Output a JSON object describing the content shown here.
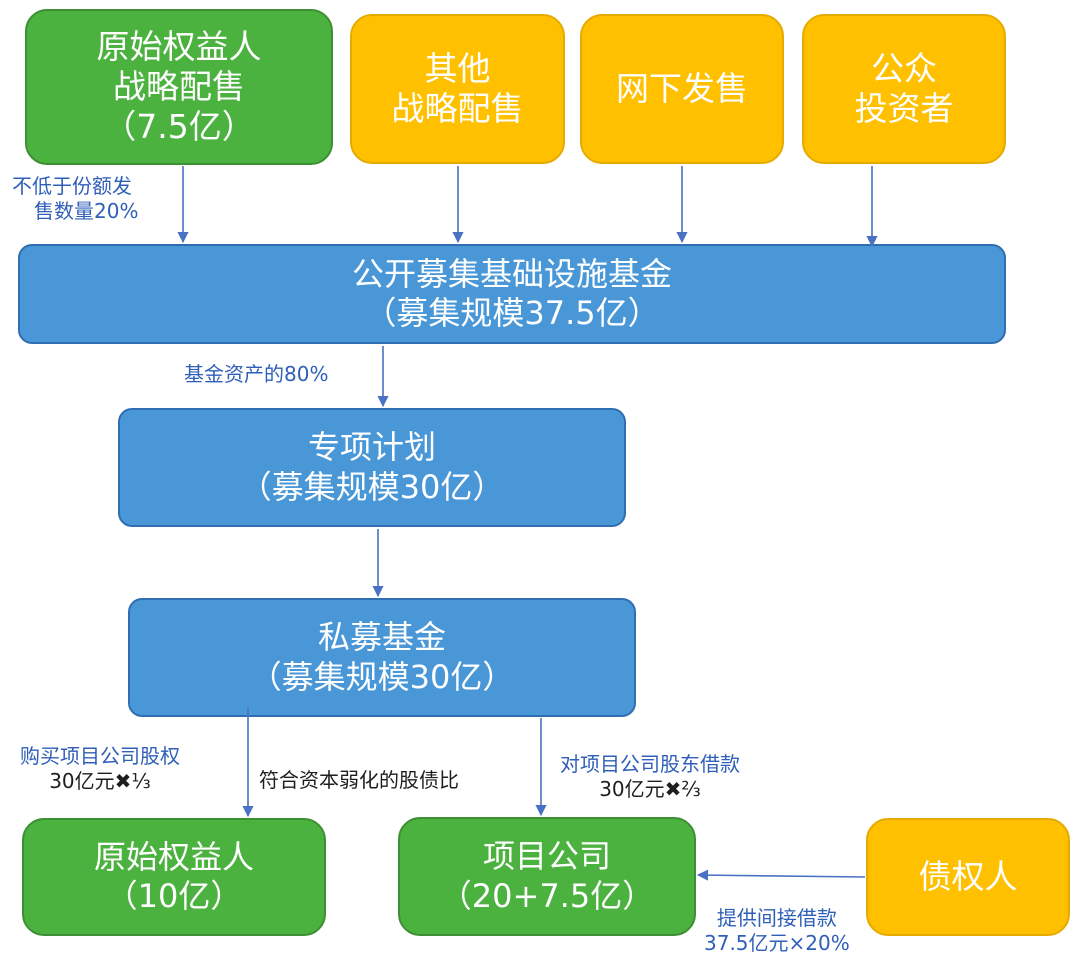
{
  "top": {
    "original_holder": {
      "line1": "原始权益人",
      "line2": "战略配售",
      "line3": "（7.5亿）"
    },
    "other_strategic": {
      "line1": "其他",
      "line2": "战略配售"
    },
    "offline": {
      "line1": "网下发售"
    },
    "public_investors": {
      "line1": "公众",
      "line2": "投资者"
    }
  },
  "public_fund": {
    "line1": "公开募集基础设施基金",
    "line2": "（募集规模37.5亿）"
  },
  "special_plan": {
    "line1": "专项计划",
    "line2": "（募集规模30亿）"
  },
  "private_fund": {
    "line1": "私募基金",
    "line2": "（募集规模30亿）"
  },
  "bottom": {
    "original_holder": {
      "line1": "原始权益人",
      "line2": "（10亿）"
    },
    "project_company": {
      "line1": "项目公司",
      "line2": "（20+7.5亿）"
    },
    "creditor": {
      "line1": "债权人"
    }
  },
  "labels": {
    "min_share_l1": "不低于份额发",
    "min_share_l2": "售数量20%",
    "fund_assets": "基金资产的80%",
    "buy_equity_l1": "购买项目公司股权",
    "buy_equity_l2": "30亿元✖⅓",
    "debt_ratio": "符合资本弱化的股债比",
    "loan_l1": "对项目公司股东借款",
    "loan_l2": "30亿元✖⅔",
    "indirect_l1": "提供间接借款",
    "indirect_l2": "37.5亿元×20%"
  },
  "colors": {
    "green": "#4cb23f",
    "yellow": "#ffc000",
    "blue": "#4a97d8",
    "arrow": "#4a72c4",
    "label_blue": "#2f5fb8"
  }
}
